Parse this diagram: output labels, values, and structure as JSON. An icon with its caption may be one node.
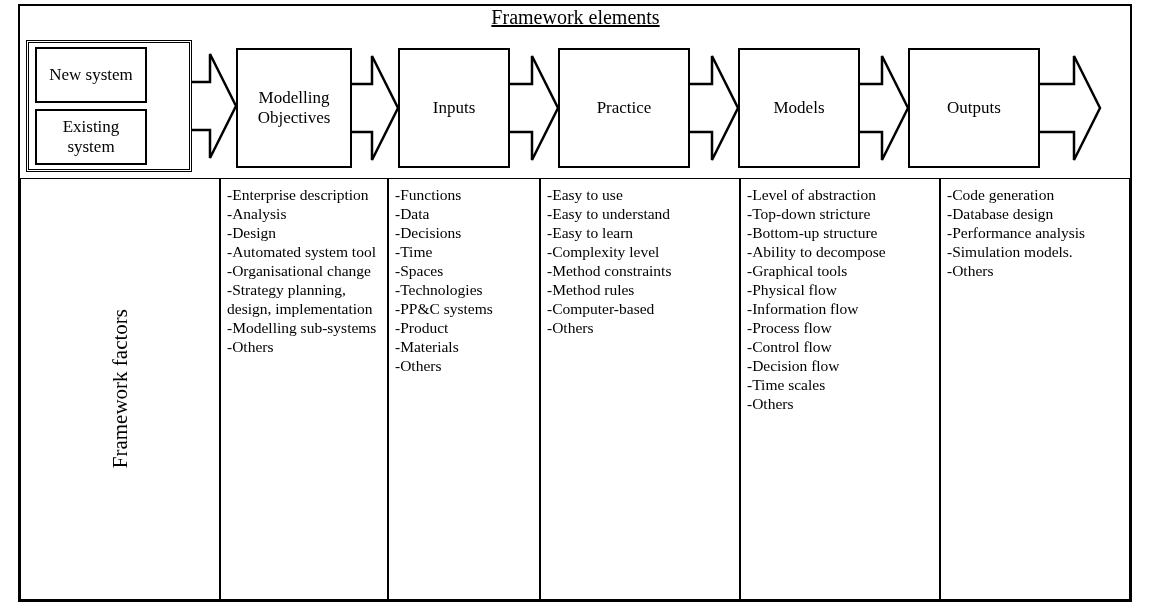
{
  "diagram": {
    "title": "Framework elements",
    "nodes": [
      {
        "text": [],
        "shape": "box"
      },
      {
        "text": [
          "New system"
        ],
        "in": 0
      },
      {
        "text": [
          "Existing system"
        ],
        "in": 0
      },
      {
        "text": [
          "Modelling Objectives"
        ]
      },
      {
        "text": [
          "Inputs"
        ]
      },
      {
        "text": [
          "Practice"
        ]
      },
      {
        "text": [
          "Models"
        ]
      },
      {
        "text": [
          "Outputs"
        ]
      },
      {
        "text": [
          "Framework factors"
        ]
      },
      {
        "text": [
          "-Enterprise description",
          "-Analysis",
          "-Design",
          "-Automated system tool",
          "-Organisational change",
          "-Strategy planning, design, implementation",
          "-Modelling sub-systems",
          "-Others"
        ]
      },
      {
        "text": [
          "-Functions",
          "-Data",
          "-Decisions",
          "-Time",
          "-Spaces",
          "-Technologies",
          "-PP&C systems",
          "-Product",
          "-Materials",
          "-Others"
        ]
      },
      {
        "text": [
          "-Easy to use",
          "-Easy to understand",
          "-Easy to learn",
          "-Complexity level",
          "-Method constraints",
          "-Method rules",
          "-Computer-based",
          "-Others"
        ]
      },
      {
        "text": [
          "-Level of abstraction",
          "-Top-down stricture",
          "-Bottom-up structure",
          "-Ability to decompose",
          "-Graphical tools",
          "-Physical flow",
          "-Information flow",
          "-Process flow",
          "-Control flow",
          "-Decision flow",
          "-Time scales",
          "-Others"
        ]
      },
      {
        "text": [
          "-Code generation",
          "-Database design",
          "-Performance analysis",
          "-Simulation models.",
          "-Others"
        ]
      }
    ],
    "edges": [
      {
        "from": 0,
        "to": 3,
        "arrow": "to"
      },
      {
        "from": 3,
        "to": 4,
        "arrow": "to"
      },
      {
        "from": 4,
        "to": 5,
        "arrow": "to"
      },
      {
        "from": 5,
        "to": 6,
        "arrow": "to"
      },
      {
        "from": 6,
        "to": 7,
        "arrow": "to"
      },
      {
        "from": 7,
        "to": null,
        "arrow": "to"
      }
    ]
  }
}
